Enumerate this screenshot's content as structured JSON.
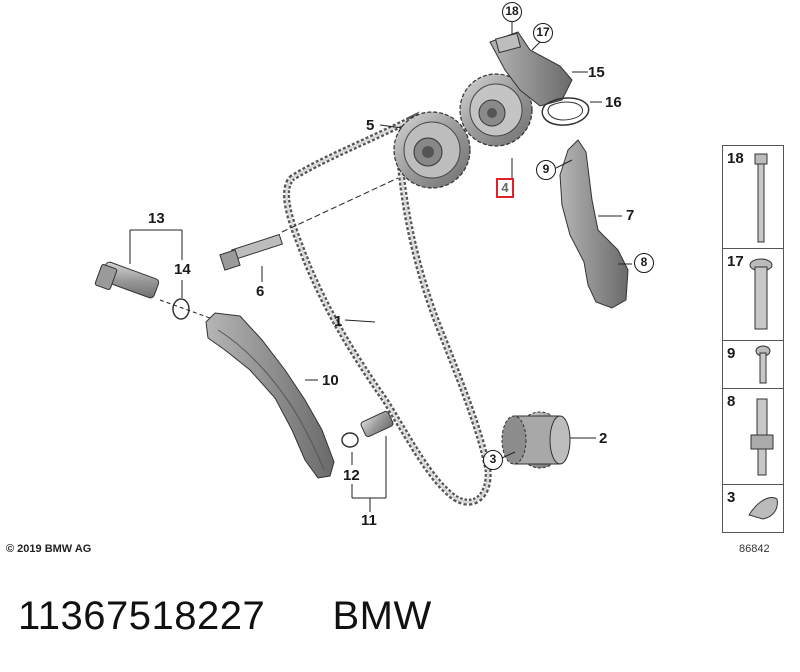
{
  "callouts": {
    "c1": "1",
    "c2": "2",
    "c3": "3",
    "c4": "4",
    "c5": "5",
    "c6": "6",
    "c7": "7",
    "c8": "8",
    "c9": "9",
    "c10": "10",
    "c11": "11",
    "c12": "12",
    "c13": "13",
    "c14": "14",
    "c15": "15",
    "c16": "16",
    "c17": "17",
    "c18": "18"
  },
  "highlighted_part": "4",
  "highlight_color": "#e0202a",
  "side_panel": [
    "18",
    "17",
    "9",
    "8",
    "3"
  ],
  "copyright": "© 2019 BMW AG",
  "drawing_number": "86842",
  "footer": {
    "part_number": "11367518227",
    "brand": "BMW"
  }
}
